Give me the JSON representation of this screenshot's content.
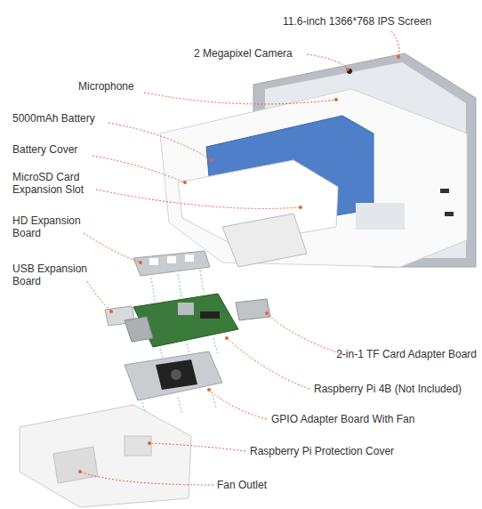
{
  "diagram": {
    "labels": [
      "11.6-inch 1366*768 IPS Screen",
      "2 Megapixel Camera",
      "Microphone",
      "5000mAh Battery",
      "Battery Cover",
      "MicroSD Card Expansion Slot",
      "HD Expansion Board",
      "USB Expansion Board",
      "2-in-1 TF Card Adapter Board",
      "Raspberry Pi 4B (Not Included)",
      "GPIO Adapter Board With Fan",
      "Raspberry Pi Protection Cover",
      "Fan Outlet"
    ]
  }
}
